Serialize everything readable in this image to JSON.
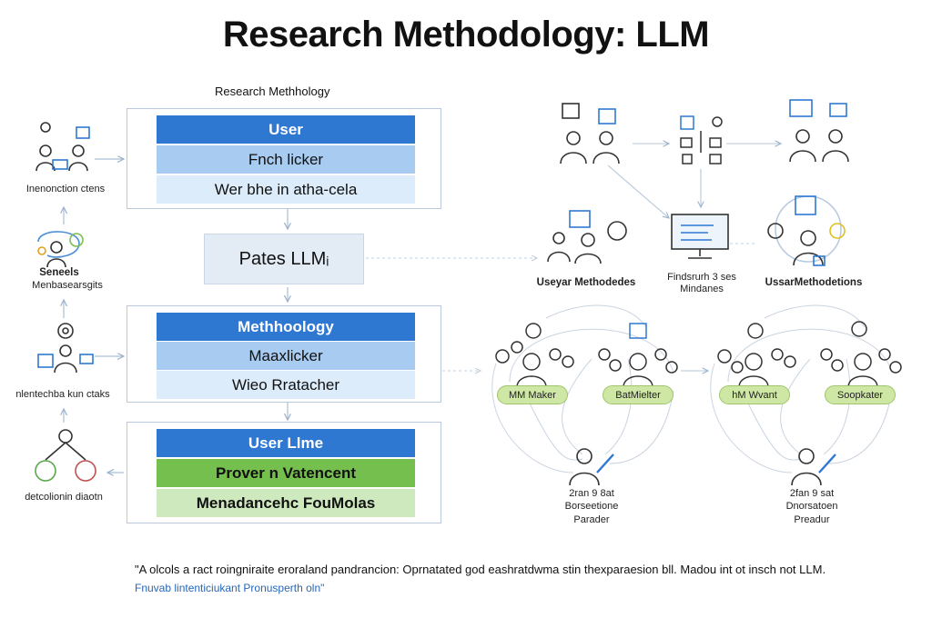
{
  "title": "Research Methodology: LLM",
  "center": {
    "heading": "Research Methhology",
    "panel_top": [
      "User",
      "Fnch licker",
      "Wer bhe in atha-cela"
    ],
    "llm_box": "Pates LLMᵢ",
    "panel_mid": [
      "Methhoology",
      "Maaxlicker",
      "Wieo Rratacher"
    ],
    "panel_bottom": [
      "User Llme",
      "Prover n Vatencent",
      "Menadancehc FouMolas"
    ]
  },
  "left": {
    "labels": [
      "Inenonction ctens",
      "Seneels",
      "Menbasearsgits",
      "nlentechba kun ctaks",
      "detcolionin diaotn"
    ]
  },
  "right": {
    "mid_labels": [
      "Useyar Methodedes",
      "Findsrurh 3 ses Mindanes",
      "UssarMethodetions"
    ],
    "pills": [
      "MM Maker",
      "BatMielter",
      "hM Wvant",
      "Soopkater"
    ],
    "bottom_left": [
      "2ran 9 8at",
      "Borseetione",
      "Parader"
    ],
    "bottom_right": [
      "2fan 9 sat",
      "Dnorsatoen",
      "Preadur"
    ]
  },
  "footnote": "\"A olcols a ract roingniraite eroraland pandrancion: Oprnatated god eashratdwma stin thexparaesion bll. Madou int ot insch not LLM.",
  "footlink": "Fnuvab lintenticiukant Pronusperth oln\"",
  "colors": {
    "blue": "#2f78d2",
    "light_blue": "#a8ccf1",
    "pale_blue": "#dcecfb",
    "green": "#74bf4e",
    "pale_green": "#cfe9bf",
    "pill_green": "#cfe7a5",
    "link_blue": "#2a67b5"
  },
  "icons": [
    "team-icon",
    "idea-person-icon",
    "settings-person-icon",
    "network-node-icon",
    "monitor-icon",
    "gear-cluster-person-icon",
    "writing-person-icon"
  ]
}
